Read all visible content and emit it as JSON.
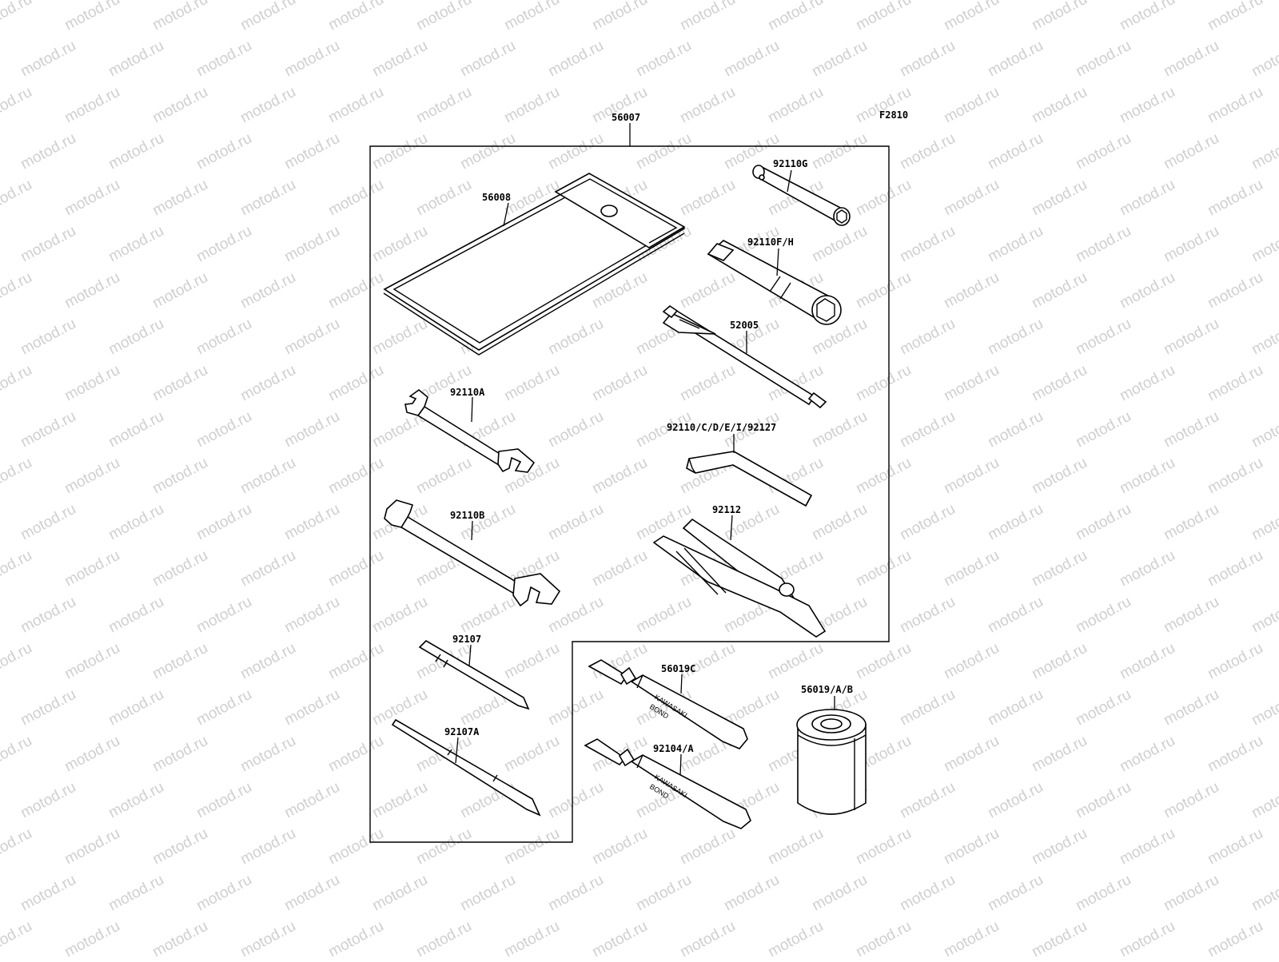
{
  "figure_code": "F2810",
  "watermark_text": "motod.ru",
  "labels": {
    "set": "56007",
    "case": "56008",
    "plug_wrench_small": "92110G",
    "plug_wrench": "92110F/H",
    "extension": "52005",
    "wrench_small": "92110A",
    "hex_keys": "92110/C/D/E/I/92127",
    "wrench_large": "92110B",
    "pliers": "92112",
    "screwdriver": "92107",
    "screwdriver_handle": "92107A",
    "bond_c": "56019C",
    "bond": "92104/A",
    "filter": "56019/A/B"
  },
  "tube_text": {
    "brand": "KAWASAKI",
    "product": "BOND"
  }
}
